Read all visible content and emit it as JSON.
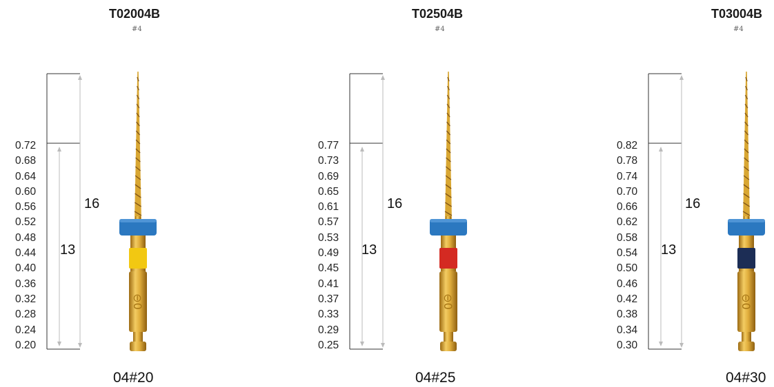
{
  "files": [
    {
      "code": "T02004B",
      "sub": "#4",
      "diameters": [
        "0.72",
        "0.68",
        "0.64",
        "0.60",
        "0.56",
        "0.52",
        "0.48",
        "0.44",
        "0.40",
        "0.36",
        "0.32",
        "0.28",
        "0.24",
        "0.20"
      ],
      "total_length_label": "16",
      "working_length_label": "13",
      "caption": "04#20",
      "ring_color": "#f2c812"
    },
    {
      "code": "T02504B",
      "sub": "#4",
      "diameters": [
        "0.77",
        "0.73",
        "0.69",
        "0.65",
        "0.61",
        "0.57",
        "0.53",
        "0.49",
        "0.45",
        "0.41",
        "0.37",
        "0.33",
        "0.29",
        "0.25"
      ],
      "total_length_label": "16",
      "working_length_label": "13",
      "caption": "04#25",
      "ring_color": "#d42a22"
    },
    {
      "code": "T03004B",
      "sub": "#4",
      "diameters": [
        "0.82",
        "0.78",
        "0.74",
        "0.70",
        "0.66",
        "0.62",
        "0.58",
        "0.54",
        "0.50",
        "0.46",
        "0.42",
        "0.38",
        "0.34",
        "0.30"
      ],
      "total_length_label": "16",
      "working_length_label": "13",
      "caption": "04#30",
      "ring_color": "#1c2d55"
    }
  ],
  "colors": {
    "stopper": "#2b78c0",
    "gold": "#d9a733",
    "gold_dark": "#a87716",
    "dimension_line": "#bbbbbb"
  },
  "icon": "endodontic-file-icon"
}
